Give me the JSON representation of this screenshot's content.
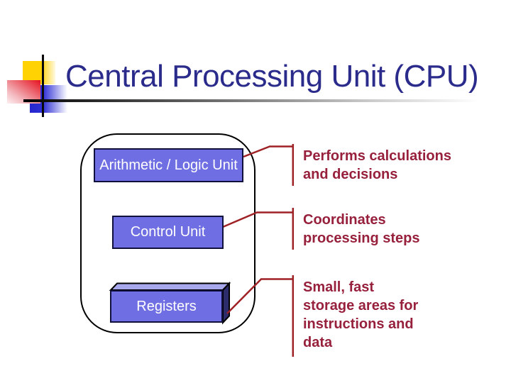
{
  "slide": {
    "title": "Central Processing Unit (CPU)"
  },
  "diagram": {
    "container": "CPU outline",
    "boxes": [
      {
        "label": "Arithmetic / Logic Unit"
      },
      {
        "label": "Control Unit"
      },
      {
        "label": "Registers"
      }
    ]
  },
  "annotations": [
    {
      "lines": [
        "Performs calculations",
        "and decisions"
      ]
    },
    {
      "lines": [
        "Coordinates",
        "processing steps"
      ]
    },
    {
      "lines": [
        "Small, fast",
        "storage areas for",
        "instructions and",
        "data"
      ]
    }
  ],
  "colors": {
    "title": "#2B2B8C",
    "box_fill": "#6F6EE2",
    "box_border": "#10103D",
    "box_text": "#FFFFFF",
    "cube_top": "#A8A8EC",
    "cube_side": "#2D2D6B",
    "annotation_text": "#97203C",
    "connector": "#9E2125",
    "container_border": "#000000"
  }
}
